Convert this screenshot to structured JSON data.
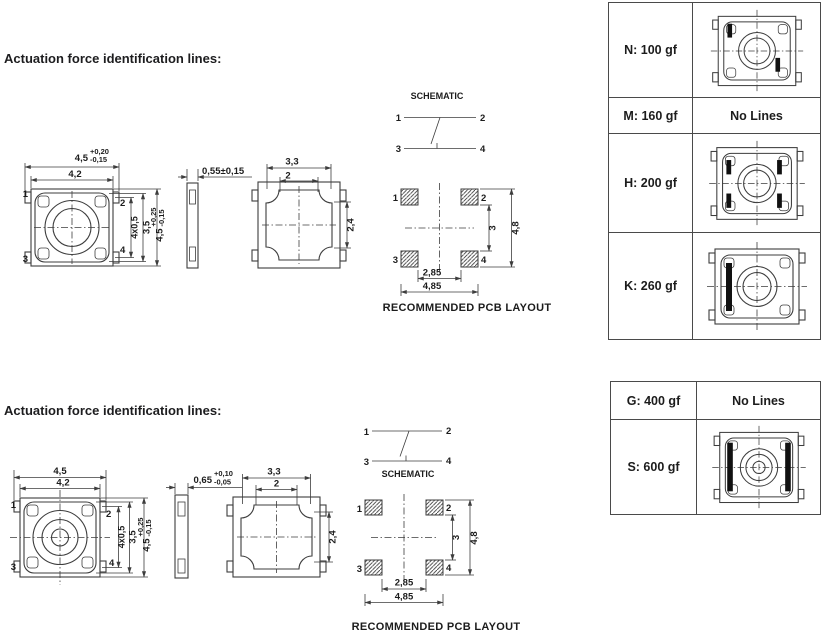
{
  "page": {
    "section_top": {
      "heading": "Actuation force identification lines:",
      "top_view": {
        "pin1": "1",
        "pin2": "2",
        "pin3": "3",
        "pin4": "4",
        "width_dim": "4,5",
        "width_tol_plus": "+0,20",
        "width_tol_minus": "-0,15",
        "width_inner_dim": "4,2",
        "pin_pitch_dim": "4x0,5",
        "height_inner_dim": "3,5",
        "height_dim": "4,5",
        "height_tol_plus": "+0,25",
        "height_tol_minus": "-0,15"
      },
      "side_view": {
        "thickness_dim": "0,55±0,15"
      },
      "bottom_view": {
        "top_dim": "3,3",
        "top_inner_dim": "2",
        "right_dim": "2,4"
      },
      "schematic": {
        "title": "SCHEMATIC",
        "pin1": "1",
        "pin2": "2",
        "pin3": "3",
        "pin4": "4"
      },
      "pcb_layout": {
        "pin1": "1",
        "pin2": "2",
        "pin3": "3",
        "pin4": "4",
        "pad_span_inner": "2,85",
        "pad_span_outer": "4,85",
        "pad_span_vert_inner": "3",
        "pad_span_vert_outer": "4,8",
        "caption": "RECOMMENDED PCB LAYOUT"
      }
    },
    "section_bottom": {
      "heading": "Actuation force identification lines:",
      "top_view": {
        "pin1": "1",
        "pin2": "2",
        "pin3": "3",
        "pin4": "4",
        "width_dim": "4,5",
        "width_inner_dim": "4,2",
        "pin_pitch_dim": "4x0,5",
        "height_inner_dim": "3,5",
        "height_dim": "4,5",
        "height_tol_plus": "+0,25",
        "height_tol_minus": "-0,15"
      },
      "side_view": {
        "thickness_dim": "0,65",
        "thickness_tol_plus": "+0,10",
        "thickness_tol_minus": "-0,05"
      },
      "bottom_view": {
        "top_dim": "3,3",
        "top_inner_dim": "2",
        "right_dim": "2,4"
      },
      "schematic": {
        "title": "SCHEMATIC",
        "pin1": "1",
        "pin2": "2",
        "pin3": "3",
        "pin4": "4"
      },
      "pcb_layout": {
        "pin1": "1",
        "pin2": "2",
        "pin3": "3",
        "pin4": "4",
        "pad_span_inner": "2,85",
        "pad_span_outer": "4,85",
        "pad_span_vert_inner": "3",
        "pad_span_vert_outer": "4,8",
        "caption": "RECOMMENDED PCB LAYOUT"
      }
    },
    "force_table_upper": {
      "rows": [
        {
          "label": "N: 100 gf",
          "marking": "two short lines, top-left and bottom-right"
        },
        {
          "label": "M: 160 gf",
          "marking": "No Lines"
        },
        {
          "label": "H: 200 gf",
          "marking": "four short lines, both sides"
        },
        {
          "label": "K: 260 gf",
          "marking": "one long line, left side"
        }
      ]
    },
    "force_table_lower": {
      "rows": [
        {
          "label": "G: 400 gf",
          "marking": "No Lines"
        },
        {
          "label": "S: 600 gf",
          "marking": "two long lines, left and right"
        }
      ]
    }
  },
  "colors": {
    "line": "#3d3d3d",
    "text": "#1c1c1c",
    "marking_bar": "#111111",
    "background": "#ffffff"
  }
}
